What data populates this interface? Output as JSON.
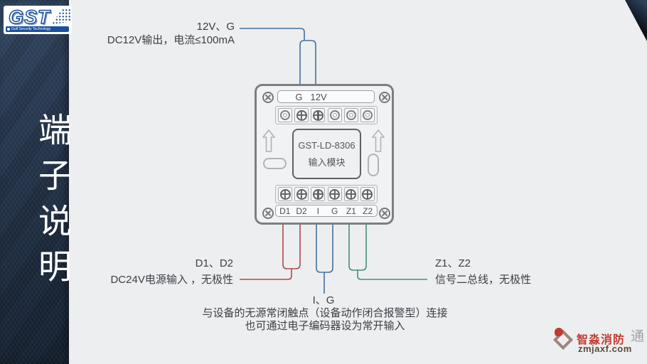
{
  "colors": {
    "wire_blue": "#44719c",
    "wire_red": "#b04a48",
    "wire_green": "#449178",
    "logo_blue": "#1b4f9c",
    "brand_red": "#c23a2e"
  },
  "sidebar": {
    "title": "端子说明",
    "logo_text": "GST",
    "logo_subtext": "Gulf Security Technology"
  },
  "module": {
    "name_line1": "GST-LD-8306",
    "name_line2": "输入模块",
    "top_labels": [
      "G",
      "12V"
    ],
    "bottom_labels": [
      "D1",
      "D2",
      "I",
      "G",
      "Z1",
      "Z2"
    ]
  },
  "annotations": {
    "top": {
      "title": "12V、G",
      "desc": "DC12V输出，电流≤100mA"
    },
    "left": {
      "title": "D1、D2",
      "desc": "DC24V电源输入 ，无极性"
    },
    "bottom": {
      "title": "I、G",
      "desc1": "与设备的无源常闭触点（设备动作闭合报警型）连接",
      "desc2": "也可通过电子编码器设为常开输入"
    },
    "right": {
      "title": "Z1、Z2",
      "desc": "信号二总线，无极性"
    }
  },
  "watermark": {
    "brand": "智淼消防",
    "domain": "zmjaxf.com",
    "extra": "通"
  }
}
